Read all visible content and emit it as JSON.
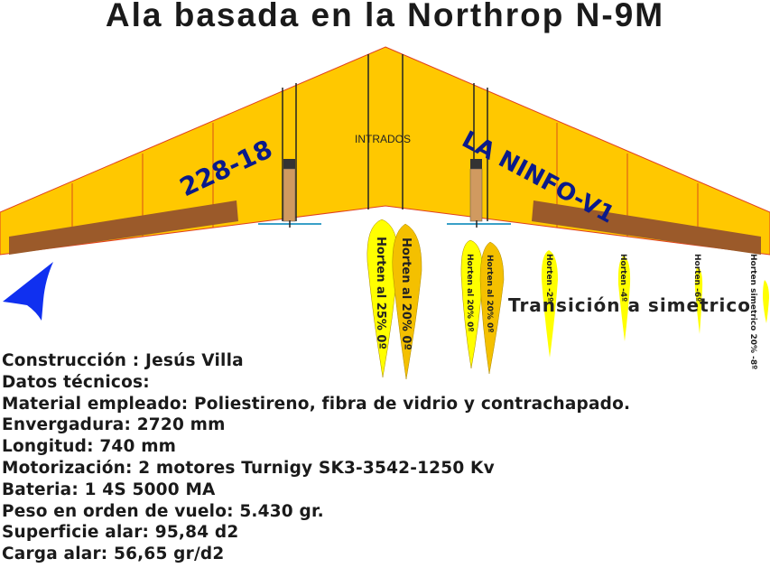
{
  "title": "Ala basada en la Northrop N-9M",
  "wing": {
    "label_center": "INTRADOS",
    "label_left": "228-18",
    "label_right": "LA NINFO-V1",
    "colors": {
      "wing": "#ffc800",
      "elevon": "#9b5a2a",
      "lettering": "#0a1a8a",
      "motor": "#d09a60"
    }
  },
  "profiles": [
    "Horten al 25% 0º",
    "Horten al 20% 0º",
    "Horten al 20% 0º",
    "Horten al 20% 0º",
    "Horten -2º",
    "Horten -4º",
    "Horten -6º",
    "Horten simetrico 20% -8º"
  ],
  "transition_label": "Transición a simetrico",
  "specs": [
    "Construcción : Jesús Villa",
    "Datos técnicos:",
    "Material empleado: Poliestireno, fibra de vidrio y contrachapado.",
    "Envergadura: 2720 mm",
    "Longitud: 740 mm",
    "Motorización: 2 motores Turnigy SK3-3542-1250 Kv",
    "Bateria: 1 4S  5000 MA",
    "Peso en orden de vuelo: 5.430 gr.",
    "Superficie alar: 95,84 d2",
    "Carga alar: 56,65 gr/d2"
  ]
}
